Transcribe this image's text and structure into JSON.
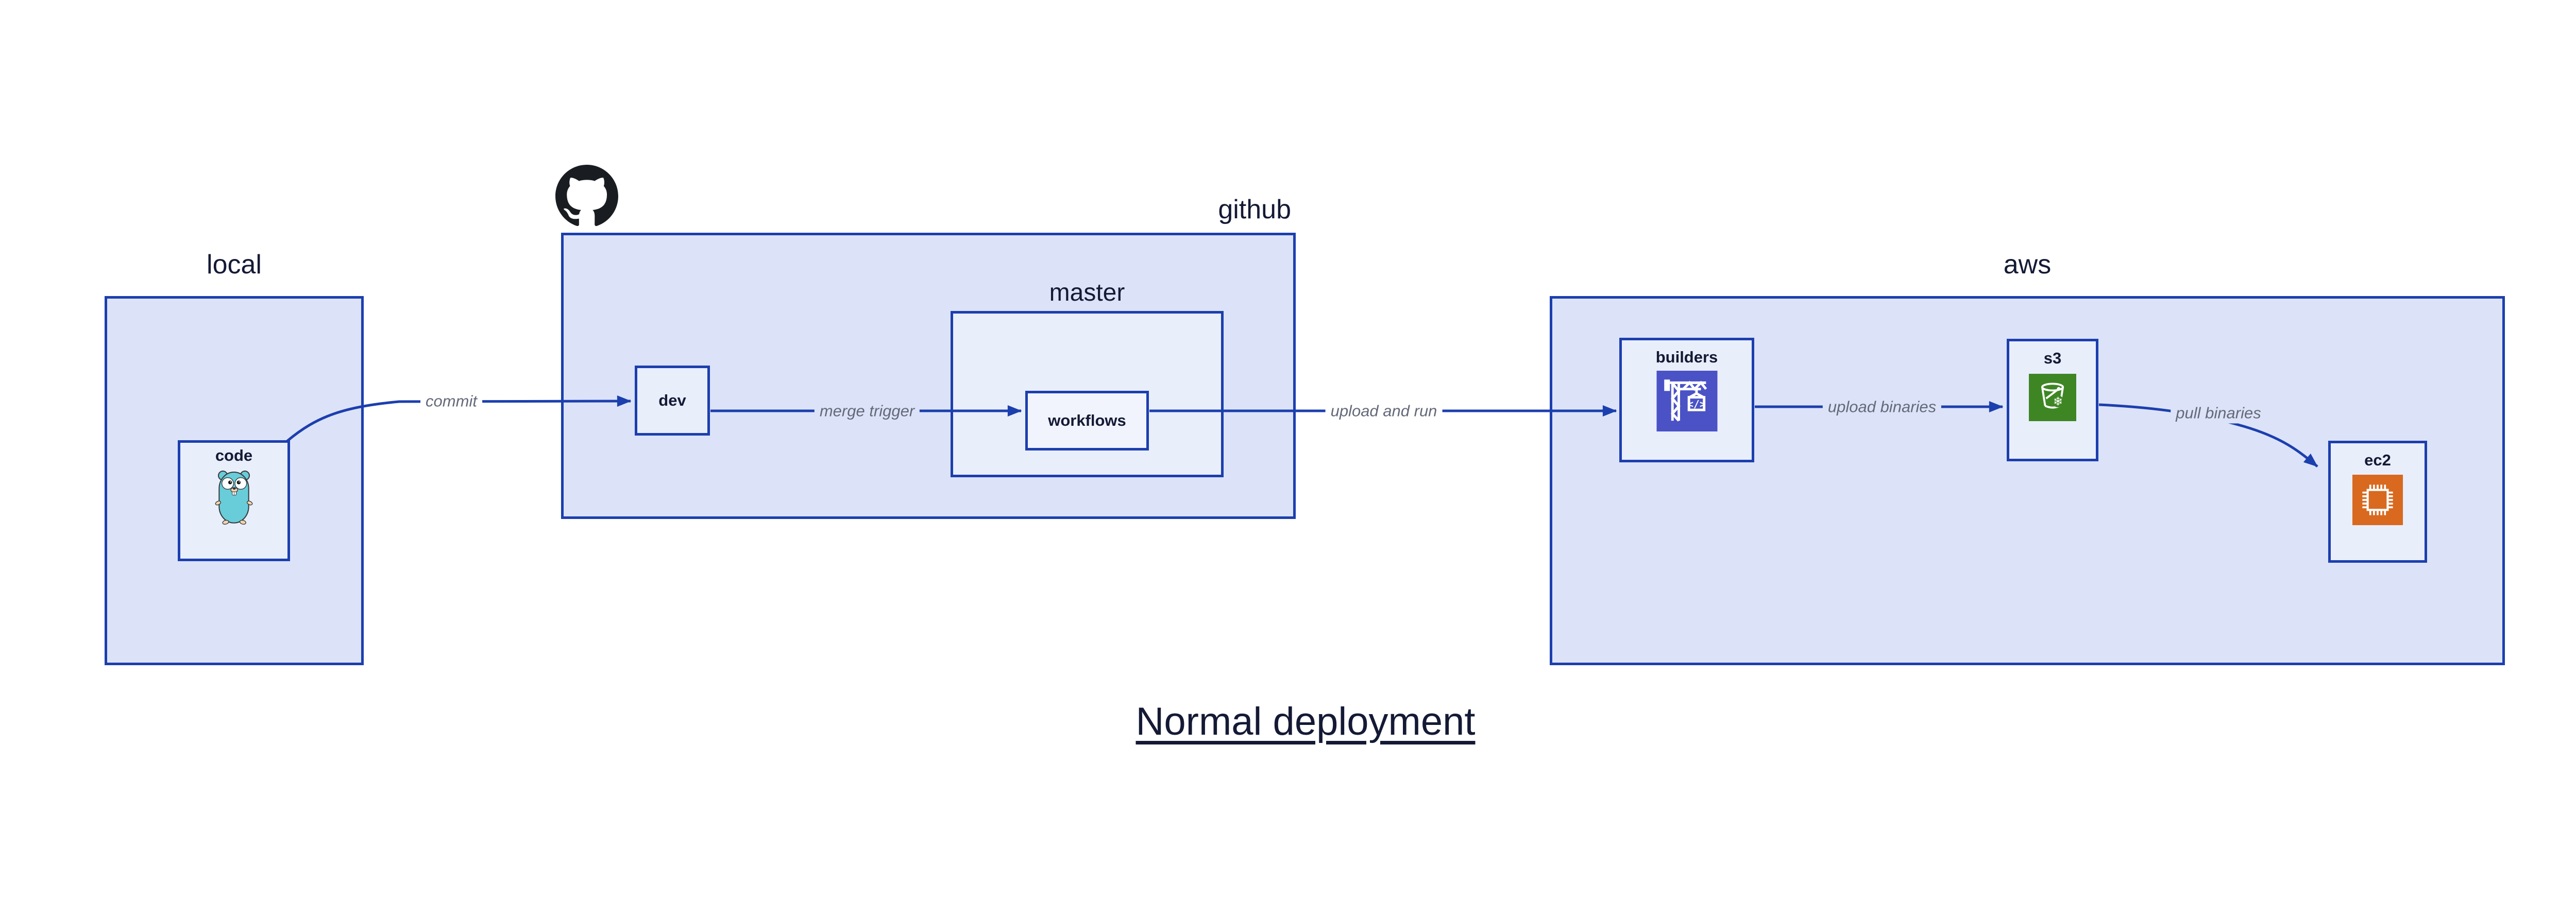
{
  "title": "Normal deployment",
  "groups": {
    "local": {
      "label": "local"
    },
    "github": {
      "label": "github"
    },
    "master": {
      "label": "master"
    },
    "aws": {
      "label": "aws"
    }
  },
  "nodes": {
    "code": {
      "label": "code"
    },
    "dev": {
      "label": "dev"
    },
    "workflows": {
      "label": "workflows"
    },
    "builders": {
      "label": "builders"
    },
    "s3": {
      "label": "s3"
    },
    "ec2": {
      "label": "ec2"
    }
  },
  "edges": {
    "commit": {
      "label": "commit"
    },
    "merge_trigger": {
      "label": "merge trigger"
    },
    "upload_and_run": {
      "label": "upload and run"
    },
    "upload_binaries": {
      "label": "upload binaries"
    },
    "pull_binaries": {
      "label": "pull binaries"
    }
  },
  "glyphs": {
    "code_tag": "</>",
    "snowflake": "❄"
  },
  "icons": {
    "github_logo": "octocat-mark",
    "code_icon": "go-gopher",
    "builders_icon": "aws-codebuild-crane",
    "s3_icon": "aws-s3-bucket-snowflake",
    "ec2_icon": "aws-ec2-chip"
  },
  "colors": {
    "diagram_blue": "#1c3fae",
    "group_fill": "#dce3f8",
    "node_fill": "#e9eefb",
    "inner_node_fill": "#f1f4fd",
    "label_dark": "#141a35",
    "edge_label_gray": "#64697a",
    "codebuild_purple": "#4a52c6",
    "s3_green": "#3e8624",
    "ec2_orange": "#d8691f",
    "gopher_teal": "#68cdd9",
    "octocat_black": "#191c21"
  }
}
